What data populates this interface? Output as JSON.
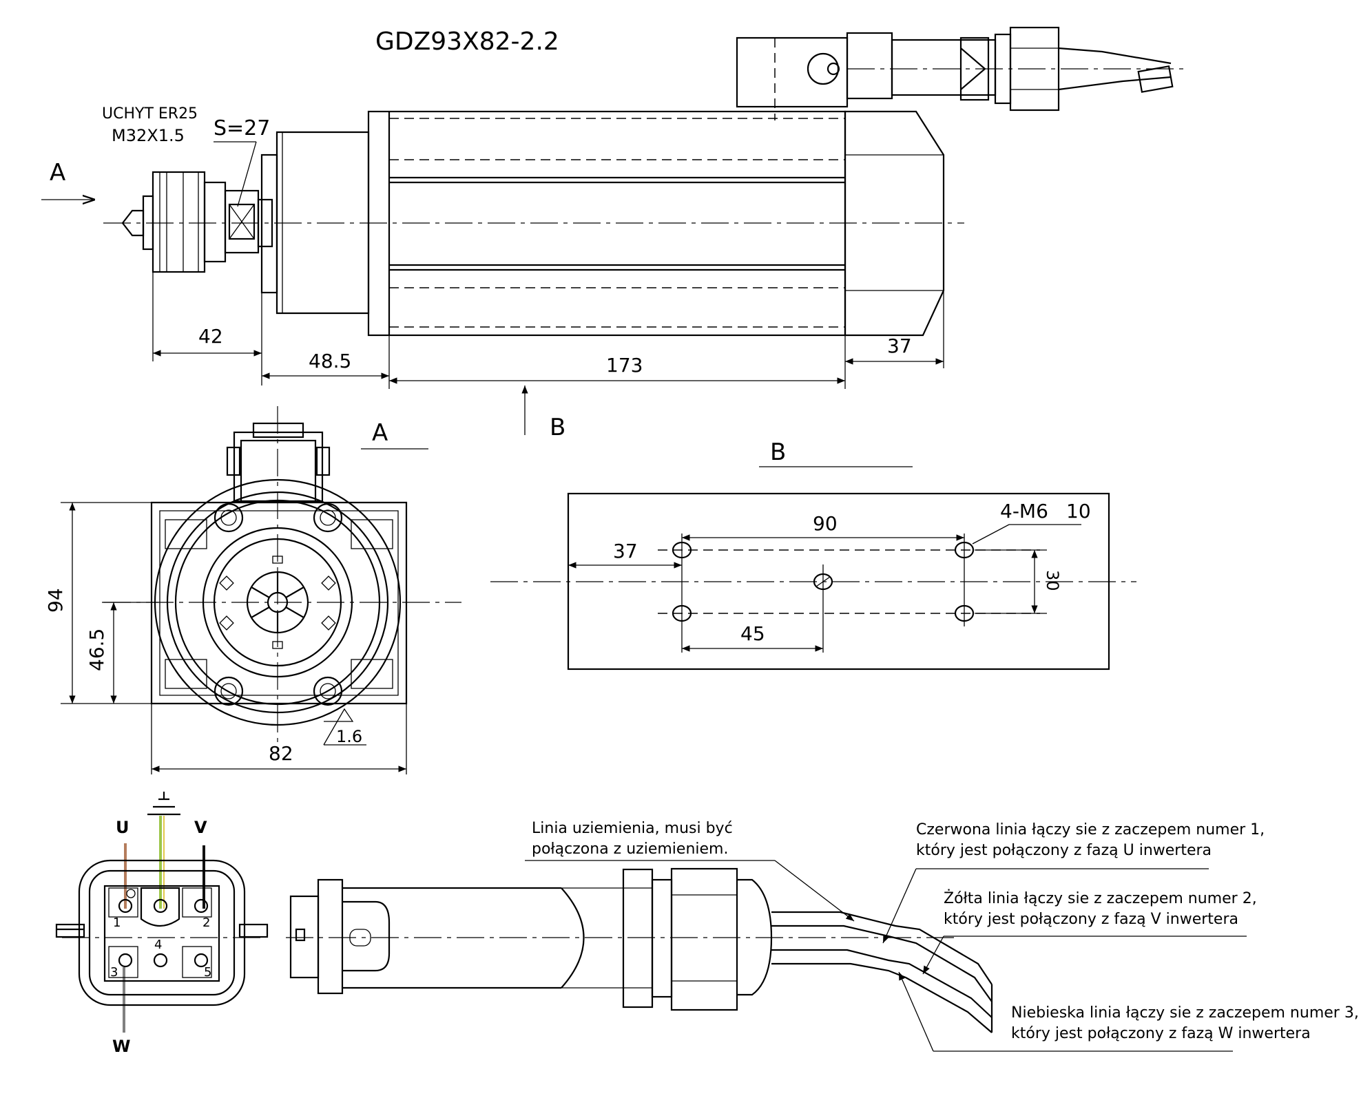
{
  "model_title": "GDZ93X82-2.2",
  "collet_label_line1": "UCHYT ER25",
  "collet_label_line2": "M32X1.5",
  "wrench_size": "S=27",
  "view_a_arrow": "A",
  "view_b_arrow": "B",
  "view_a_title": "A",
  "view_b_title": "B",
  "side_dims": {
    "d42": "42",
    "d48_5": "48.5",
    "d173": "173",
    "d37": "37"
  },
  "front_dims": {
    "height": "94",
    "center_height": "46.5",
    "width": "82",
    "roughness": "1.6"
  },
  "bottom_dims": {
    "holes": "4-M6",
    "depth": "10",
    "d90": "90",
    "d37": "37",
    "d30": "30",
    "d45": "45"
  },
  "connector": {
    "label_u": "U",
    "label_v": "V",
    "label_w": "W",
    "pin1": "1",
    "pin2": "2",
    "pin3": "3",
    "pin4": "4",
    "pin5": "5"
  },
  "notes": {
    "ground_line1": "Linia uziemienia, musi być",
    "ground_line2": "połączona z uziemieniem.",
    "red_line1": "Czerwona linia łączy sie z zaczepem numer 1,",
    "red_line2": "który jest połączony z fazą U inwertera",
    "yellow_line1": "Żółta linia łączy sie z zaczepem numer 2,",
    "yellow_line2": "który jest połączony z fazą V inwertera",
    "blue_line1": "Niebieska linia łączy sie z zaczepem numer 3,",
    "blue_line2": "który jest połączony z fazą W inwertera"
  },
  "colors": {
    "wire_u": "#b47c5c",
    "wire_ground_green": "#9dc64a",
    "wire_ground_yellow": "#e2c84a",
    "wire_v": "#111111",
    "wire_w": "#808080"
  }
}
